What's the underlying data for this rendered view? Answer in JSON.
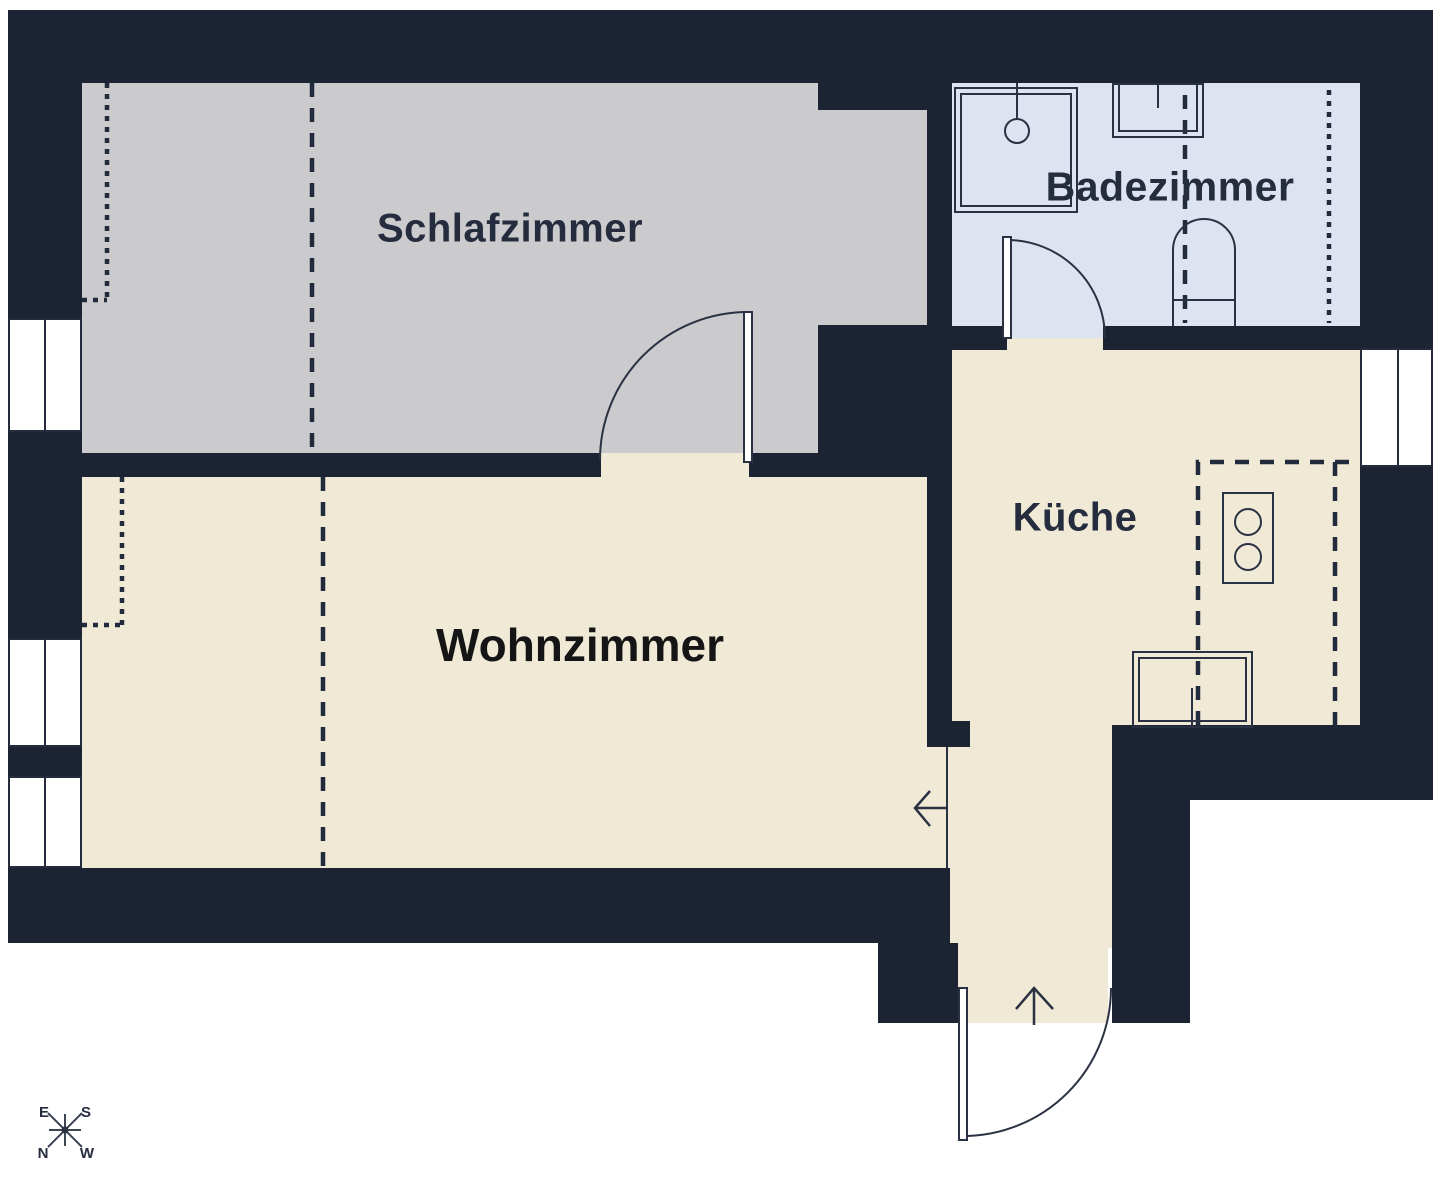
{
  "rooms": {
    "schlafzimmer": {
      "label": "Schlafzimmer"
    },
    "badezimmer": {
      "label": "Badezimmer"
    },
    "kueche": {
      "label": "Küche"
    },
    "wohnzimmer": {
      "label": "Wohnzimmer"
    }
  },
  "compass": {
    "e": "E",
    "s": "S",
    "n": "N",
    "w": "W"
  },
  "colors": {
    "wall": "#1c2433",
    "bedroom_floor": "#cbcbcd",
    "living_floor": "#f0e9d6",
    "bathroom_floor": "#dde3f0",
    "outline": "#2a3142",
    "label_text": "#242c3e"
  },
  "fixtures": [
    "shower",
    "bathroom-sink",
    "toilet",
    "kitchen-sink",
    "stove",
    "kitchen-counter-outline",
    "bedroom-door",
    "bathroom-door",
    "entrance-door",
    "entrance-arrow",
    "passage-arrow",
    "compass-rose",
    "window"
  ]
}
